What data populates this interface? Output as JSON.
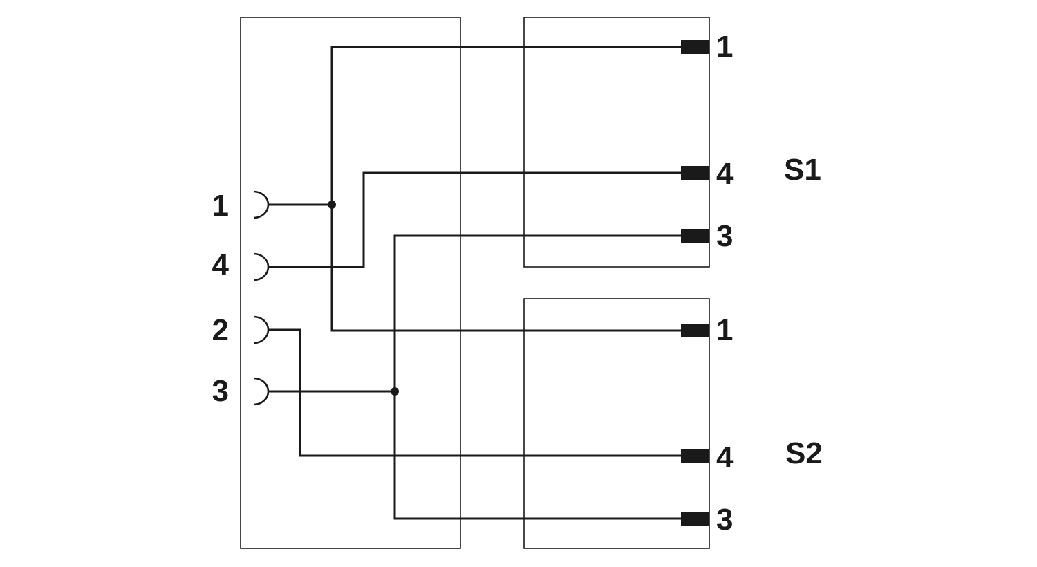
{
  "left_connector": {
    "pins": [
      "1",
      "4",
      "2",
      "3"
    ]
  },
  "s1": {
    "label": "S1",
    "pins": [
      "1",
      "4",
      "3"
    ]
  },
  "s2": {
    "label": "S2",
    "pins": [
      "1",
      "4",
      "3"
    ]
  }
}
